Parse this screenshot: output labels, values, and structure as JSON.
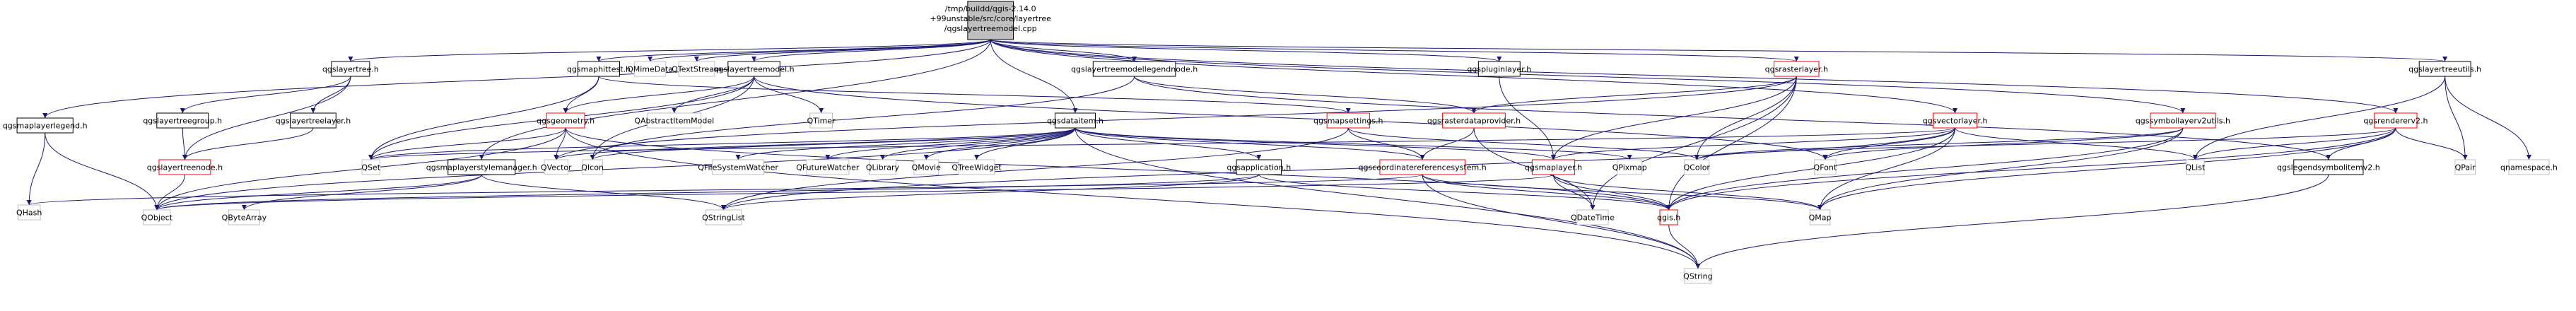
{
  "diagram": {
    "root_label": [
      "/tmp/buildd/qgis-2.14.0",
      "+99unstable/src/core/layertree",
      "/qgslayertreemodel.cpp"
    ],
    "colors": {
      "edge": "#191970",
      "root_fill": "#bfbfbf",
      "box_border": "#000000",
      "red_border": "#ff0000",
      "ext_border": "#bfbfbf",
      "text": "#000000"
    },
    "nodes": [
      {
        "id": "root",
        "label": "/tmp/buildd/qgis-2.14.0 +99unstable/src/core/layertree /qgslayertreemodel.cpp",
        "kind": "root"
      },
      {
        "id": "qgslayertree",
        "label": "qgslayertree.h",
        "kind": "black"
      },
      {
        "id": "qgsmaphittest",
        "label": "qgsmaphittest.h",
        "kind": "black"
      },
      {
        "id": "QMimeData",
        "label": "QMimeData",
        "kind": "ext"
      },
      {
        "id": "QTextStream",
        "label": "QTextStream",
        "kind": "ext"
      },
      {
        "id": "qgslayertreemodel",
        "label": "qgslayertreemodel.h",
        "kind": "black"
      },
      {
        "id": "qgslayertreemodellegendnode",
        "label": "qgslayertreemodellegendnode.h",
        "kind": "black"
      },
      {
        "id": "qgspluginlayer",
        "label": "qgspluginlayer.h",
        "kind": "black"
      },
      {
        "id": "qgsrasterlayer",
        "label": "qgsrasterlayer.h",
        "kind": "red"
      },
      {
        "id": "qgslayertreeutils",
        "label": "qgslayertreeutils.h",
        "kind": "black"
      },
      {
        "id": "qgsmaplayerlegend",
        "label": "qgsmaplayerlegend.h",
        "kind": "black"
      },
      {
        "id": "qgslayertreegroup",
        "label": "qgslayertreegroup.h",
        "kind": "black"
      },
      {
        "id": "qgslayertreelayer",
        "label": "qgslayertreelayer.h",
        "kind": "black"
      },
      {
        "id": "qgsgeometry",
        "label": "qgsgeometry.h",
        "kind": "red"
      },
      {
        "id": "QAbstractItemModel",
        "label": "QAbstractItemModel",
        "kind": "ext"
      },
      {
        "id": "QTimer",
        "label": "QTimer",
        "kind": "ext"
      },
      {
        "id": "qgsmapsettings",
        "label": "qgsmapsettings.h",
        "kind": "red"
      },
      {
        "id": "qgsrasterdataprovider",
        "label": "qgsrasterdataprovider.h",
        "kind": "red"
      },
      {
        "id": "qgsvectorlayer",
        "label": "qgsvectorlayer.h",
        "kind": "red"
      },
      {
        "id": "qgssymbollayerv2utils",
        "label": "qgssymbollayerv2utils.h",
        "kind": "red"
      },
      {
        "id": "qgsrendererv2",
        "label": "qgsrendererv2.h",
        "kind": "red"
      },
      {
        "id": "qgsdataitem",
        "label": "qgsdataitem.h",
        "kind": "black"
      },
      {
        "id": "qgslayertreenode",
        "label": "qgslayertreenode.h",
        "kind": "red"
      },
      {
        "id": "qgsmaplayerstylemanager",
        "label": "qgsmaplayerstylemanager.h",
        "kind": "black"
      },
      {
        "id": "QSet",
        "label": "QSet",
        "kind": "ext"
      },
      {
        "id": "QVector",
        "label": "QVector",
        "kind": "ext"
      },
      {
        "id": "QIcon",
        "label": "QIcon",
        "kind": "ext"
      },
      {
        "id": "QFileSystemWatcher",
        "label": "QFileSystemWatcher",
        "kind": "ext"
      },
      {
        "id": "QFutureWatcher",
        "label": "QFutureWatcher",
        "kind": "ext"
      },
      {
        "id": "QLibrary",
        "label": "QLibrary",
        "kind": "ext"
      },
      {
        "id": "QMovie",
        "label": "QMovie",
        "kind": "ext"
      },
      {
        "id": "QTreeWidget",
        "label": "QTreeWidget",
        "kind": "ext"
      },
      {
        "id": "qgsapplication",
        "label": "qgsapplication.h",
        "kind": "black"
      },
      {
        "id": "qgscoordinatereferencesystem",
        "label": "qgscoordinatereferencesystem.h",
        "kind": "red"
      },
      {
        "id": "qgsmaplayer",
        "label": "qgsmaplayer.h",
        "kind": "red"
      },
      {
        "id": "QPixmap",
        "label": "QPixmap",
        "kind": "ext"
      },
      {
        "id": "QColor",
        "label": "QColor",
        "kind": "ext"
      },
      {
        "id": "QFont",
        "label": "QFont",
        "kind": "ext"
      },
      {
        "id": "qgslegendsymbolitemv2",
        "label": "qgslegendsymbolitemv2.h",
        "kind": "black"
      },
      {
        "id": "QList",
        "label": "QList",
        "kind": "ext"
      },
      {
        "id": "QPair",
        "label": "QPair",
        "kind": "ext"
      },
      {
        "id": "qnamespace",
        "label": "qnamespace.h",
        "kind": "ext"
      },
      {
        "id": "QHash",
        "label": "QHash",
        "kind": "ext"
      },
      {
        "id": "QObject",
        "label": "QObject",
        "kind": "ext"
      },
      {
        "id": "QByteArray",
        "label": "QByteArray",
        "kind": "ext"
      },
      {
        "id": "QStringList",
        "label": "QStringList",
        "kind": "ext"
      },
      {
        "id": "QDateTime",
        "label": "QDateTime",
        "kind": "ext"
      },
      {
        "id": "qgis",
        "label": "qgis.h",
        "kind": "red"
      },
      {
        "id": "QMap",
        "label": "QMap",
        "kind": "ext"
      },
      {
        "id": "QString",
        "label": "QString",
        "kind": "ext"
      }
    ],
    "edges": [
      [
        "root",
        "qgslayertree"
      ],
      [
        "root",
        "qgsmaphittest"
      ],
      [
        "root",
        "QMimeData"
      ],
      [
        "root",
        "QTextStream"
      ],
      [
        "root",
        "qgslayertreemodel"
      ],
      [
        "root",
        "qgslayertreemodellegendnode"
      ],
      [
        "root",
        "qgspluginlayer"
      ],
      [
        "root",
        "qgsrasterlayer"
      ],
      [
        "root",
        "qgslayertreeutils"
      ],
      [
        "root",
        "qgsmaplayerlegend"
      ],
      [
        "root",
        "qgsmaplayerstylemanager"
      ],
      [
        "root",
        "qgsdataitem"
      ],
      [
        "root",
        "qgsvectorlayer"
      ],
      [
        "root",
        "qgssymbollayerv2utils"
      ],
      [
        "root",
        "qgsrendererv2"
      ],
      [
        "qgslayertree",
        "qgslayertreegroup"
      ],
      [
        "qgslayertree",
        "qgslayertreelayer"
      ],
      [
        "qgslayertree",
        "qgslayertreenode"
      ],
      [
        "qgslayertreegroup",
        "qgslayertreenode"
      ],
      [
        "qgslayertreelayer",
        "qgslayertreenode"
      ],
      [
        "qgslayertreenode",
        "QObject"
      ],
      [
        "qgsmaphittest",
        "qgsgeometry"
      ],
      [
        "qgsmaphittest",
        "QSet"
      ],
      [
        "qgsmaphittest",
        "qgsmapsettings"
      ],
      [
        "qgslayertreemodel",
        "QAbstractItemModel"
      ],
      [
        "qgslayertreemodel",
        "QTimer"
      ],
      [
        "qgslayertreemodel",
        "QIcon"
      ],
      [
        "qgslayertreemodel",
        "qgsgeometry"
      ],
      [
        "qgslayertreemodel",
        "QFont"
      ],
      [
        "qgslayertreemodel",
        "QSet"
      ],
      [
        "qgslayertreemodellegendnode",
        "QIcon"
      ],
      [
        "qgslayertreemodellegendnode",
        "qgsrasterdataprovider"
      ],
      [
        "qgslayertreemodellegendnode",
        "qgslegendsymbolitemv2"
      ],
      [
        "qgspluginlayer",
        "qgsmaplayer"
      ],
      [
        "qgsrasterlayer",
        "qgsrasterdataprovider"
      ],
      [
        "qgsrasterlayer",
        "qgsmaplayer"
      ],
      [
        "qgsrasterlayer",
        "QColor"
      ],
      [
        "qgsrasterlayer",
        "QDateTime"
      ],
      [
        "qgsrasterlayer",
        "qgis"
      ],
      [
        "qgsrasterlayer",
        "QVector"
      ],
      [
        "qgsrasterdataprovider",
        "qgscoordinatereferencesystem"
      ],
      [
        "qgsrasterdataprovider",
        "QDateTime"
      ],
      [
        "qgslayertreeutils",
        "QList"
      ],
      [
        "qgslayertreeutils",
        "QPair"
      ],
      [
        "qgslayertreeutils",
        "qnamespace"
      ],
      [
        "qgsmaplayerlegend",
        "QObject"
      ],
      [
        "qgsmaplayerlegend",
        "QHash"
      ],
      [
        "qgsmaplayerstylemanager",
        "QObject"
      ],
      [
        "qgsmaplayerstylemanager",
        "QByteArray"
      ],
      [
        "qgsmaplayerstylemanager",
        "QStringList"
      ],
      [
        "qgsgeometry",
        "QSet"
      ],
      [
        "qgsgeometry",
        "QVector"
      ],
      [
        "qgsgeometry",
        "QObject"
      ],
      [
        "qgsgeometry",
        "QString"
      ],
      [
        "qgsgeometry",
        "qgis"
      ],
      [
        "qgsmapsettings",
        "qgscoordinatereferencesystem"
      ],
      [
        "qgsmapsettings",
        "QStringList"
      ],
      [
        "qgsmapsettings",
        "QColor"
      ],
      [
        "qgsdataitem",
        "QIcon"
      ],
      [
        "qgsdataitem",
        "QFileSystemWatcher"
      ],
      [
        "qgsdataitem",
        "QFutureWatcher"
      ],
      [
        "qgsdataitem",
        "QLibrary"
      ],
      [
        "qgsdataitem",
        "QMovie"
      ],
      [
        "qgsdataitem",
        "QTreeWidget"
      ],
      [
        "qgsdataitem",
        "qgsapplication"
      ],
      [
        "qgsdataitem",
        "qgscoordinatereferencesystem"
      ],
      [
        "qgsdataitem",
        "qgsmaplayer"
      ],
      [
        "qgsdataitem",
        "QPixmap"
      ],
      [
        "qgsdataitem",
        "QObject"
      ],
      [
        "qgsdataitem",
        "QVector"
      ],
      [
        "qgsdataitem",
        "QString"
      ],
      [
        "qgsdataitem",
        "QSet"
      ],
      [
        "qgsapplication",
        "QStringList"
      ],
      [
        "qgsapplication",
        "qgis"
      ],
      [
        "qgsapplication",
        "QObject"
      ],
      [
        "qgscoordinatereferencesystem",
        "qgis"
      ],
      [
        "qgscoordinatereferencesystem",
        "QMap"
      ],
      [
        "qgscoordinatereferencesystem",
        "QString"
      ],
      [
        "qgscoordinatereferencesystem",
        "QHash"
      ],
      [
        "qgsmaplayer",
        "QDateTime"
      ],
      [
        "qgsmaplayer",
        "qgis"
      ],
      [
        "qgsmaplayer",
        "QObject"
      ],
      [
        "qgsmaplayer",
        "QMap"
      ],
      [
        "qgis",
        "QString"
      ],
      [
        "qgsvectorlayer",
        "qgsmaplayer"
      ],
      [
        "qgsvectorlayer",
        "QMap"
      ],
      [
        "qgsvectorlayer",
        "QList"
      ],
      [
        "qgsvectorlayer",
        "QFont"
      ],
      [
        "qgsvectorlayer",
        "QSet"
      ],
      [
        "qgsvectorlayer",
        "qgis"
      ],
      [
        "qgsvectorlayer",
        "QStringList"
      ],
      [
        "qgssymbollayerv2utils",
        "QFont"
      ],
      [
        "qgssymbollayerv2utils",
        "QColor"
      ],
      [
        "qgssymbollayerv2utils",
        "QMap"
      ],
      [
        "qgssymbollayerv2utils",
        "qgis"
      ],
      [
        "qgsrendererv2",
        "qgslegendsymbolitemv2"
      ],
      [
        "qgsrendererv2",
        "QList"
      ],
      [
        "qgsrendererv2",
        "QPair"
      ],
      [
        "qgsrendererv2",
        "qgis"
      ],
      [
        "qgsrendererv2",
        "QColor"
      ],
      [
        "qgsrendererv2",
        "QMap"
      ],
      [
        "qgslegendsymbolitemv2",
        "QString"
      ]
    ]
  }
}
